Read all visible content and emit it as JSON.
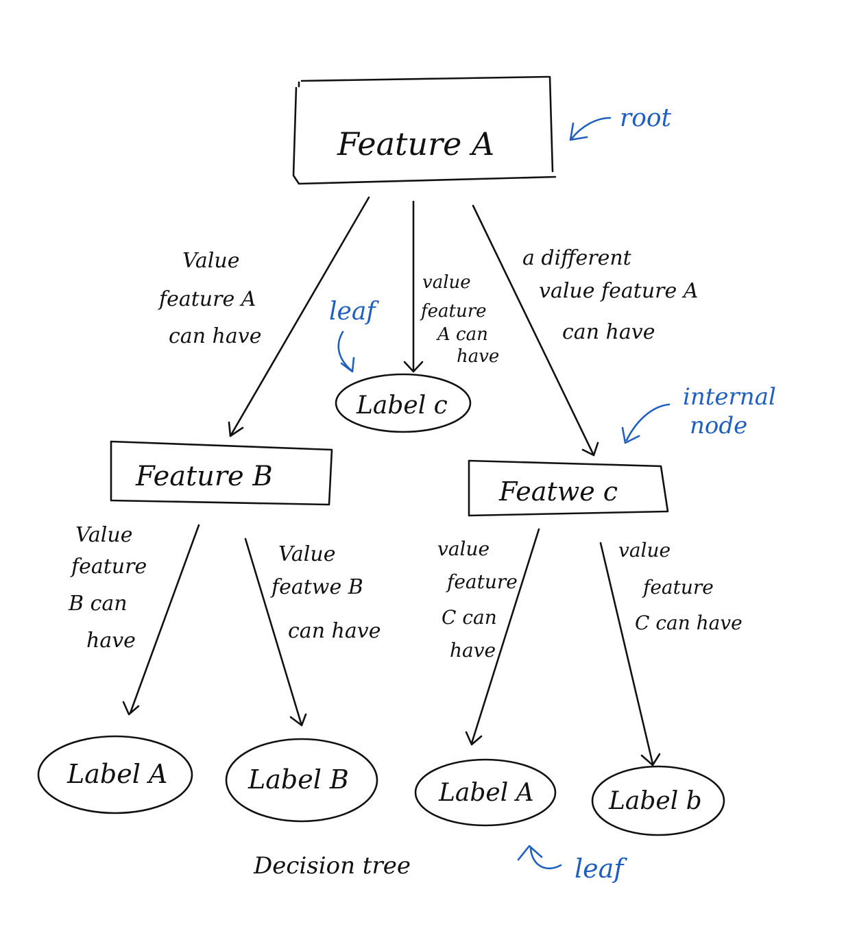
{
  "nodes": {
    "feature_a": "Feature A",
    "feature_b": "Feature B",
    "feature_c": "Featwe c",
    "label_c": "Label c",
    "label_a_left": "Label A",
    "label_b": "Label B",
    "label_a_right": "Label A",
    "label_b_right": "Label b"
  },
  "edges": {
    "a_to_b": [
      "Value",
      "feature A",
      "can have"
    ],
    "a_to_label_c": [
      "value",
      "feature",
      "A can",
      "have"
    ],
    "a_to_c": [
      "a different",
      "value feature A",
      "can have"
    ],
    "b_to_label_a": [
      "Value",
      "feature",
      "B can",
      "have"
    ],
    "b_to_label_b": [
      "Value",
      "featwe B",
      "can have"
    ],
    "c_to_label_a": [
      "value",
      "feature",
      "C can",
      "have"
    ],
    "c_to_label_b": [
      "value",
      "feature",
      "C can have"
    ]
  },
  "annotations": {
    "root": "root",
    "leaf_top": "leaf",
    "internal_node": [
      "internal",
      "node"
    ],
    "leaf_bottom": "leaf"
  },
  "caption": "Decision tree",
  "colors": {
    "ink": "#111111",
    "annotation": "#1f5fbf"
  }
}
